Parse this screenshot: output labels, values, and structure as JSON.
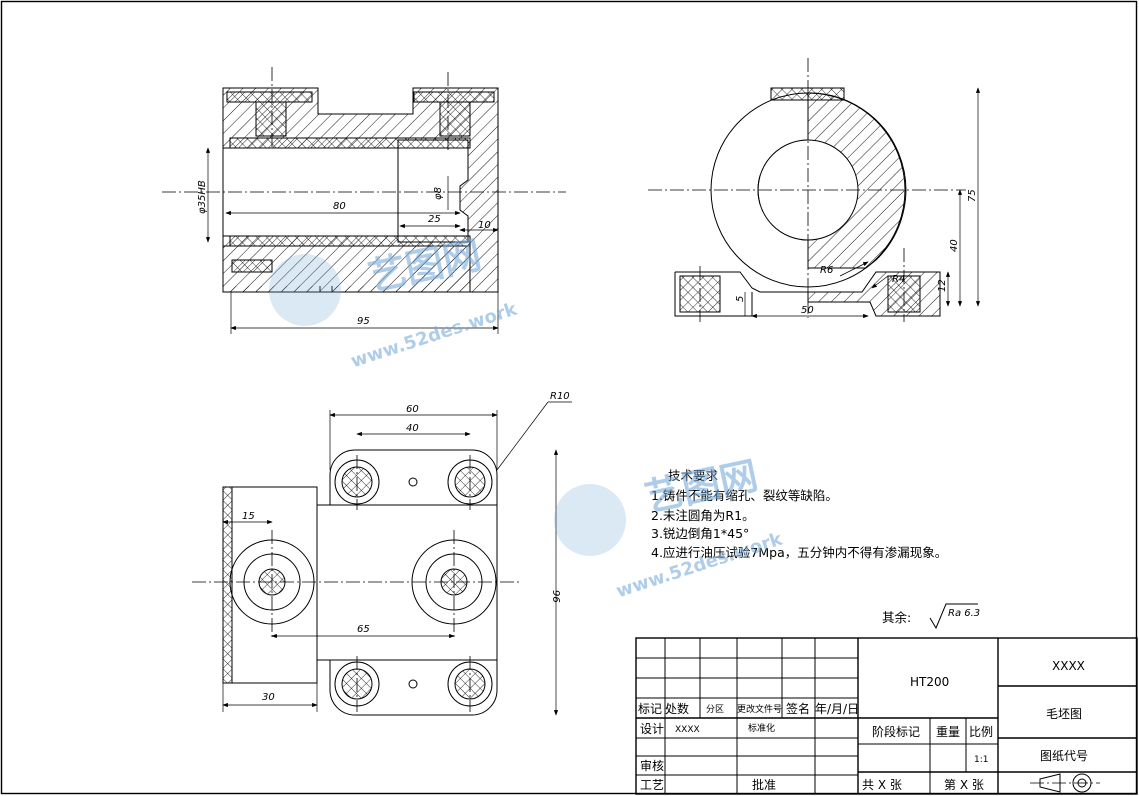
{
  "top_view": {
    "dims": [
      "φ35HB",
      "80",
      "φ8",
      "25",
      "10",
      "95"
    ]
  },
  "side_view": {
    "dims": [
      "75",
      "40",
      "12",
      "R6",
      "R4",
      "5",
      "50"
    ]
  },
  "plan_view": {
    "dims": [
      "R10",
      "60",
      "40",
      "15",
      "96",
      "65",
      "30"
    ]
  },
  "notes": {
    "title": "技术要求",
    "items": [
      "1.铸件不能有缩孔、裂纹等缺陷。",
      "2.未注圆角为R1。",
      "3.锐边倒角1*45°",
      "4.应进行油压试验7Mpa，五分钟内不得有渗漏现象。"
    ]
  },
  "roughness": {
    "label": "其余:",
    "value": "Ra 6.3"
  },
  "title_block": {
    "material": "HT200",
    "company": "XXXX",
    "drawing_name": "毛坯图",
    "drawing_code_label": "图纸代号",
    "row_labels": [
      "标记",
      "处数",
      "分区",
      "更改文件号",
      "签名",
      "年/月/日"
    ],
    "design_label": "设计",
    "designer": "XXXX",
    "standard_label": "标准化",
    "review_label": "审核",
    "process_label": "工艺",
    "approve_label": "批准",
    "stage_label": "阶段标记",
    "weight_label": "重量",
    "scale_label": "比例",
    "scale_value": "1:1",
    "sheets_total": "共 X 张",
    "sheet_no": "第 X 张"
  },
  "watermark": {
    "brand": "艺图网",
    "url": "www.52des.work"
  }
}
